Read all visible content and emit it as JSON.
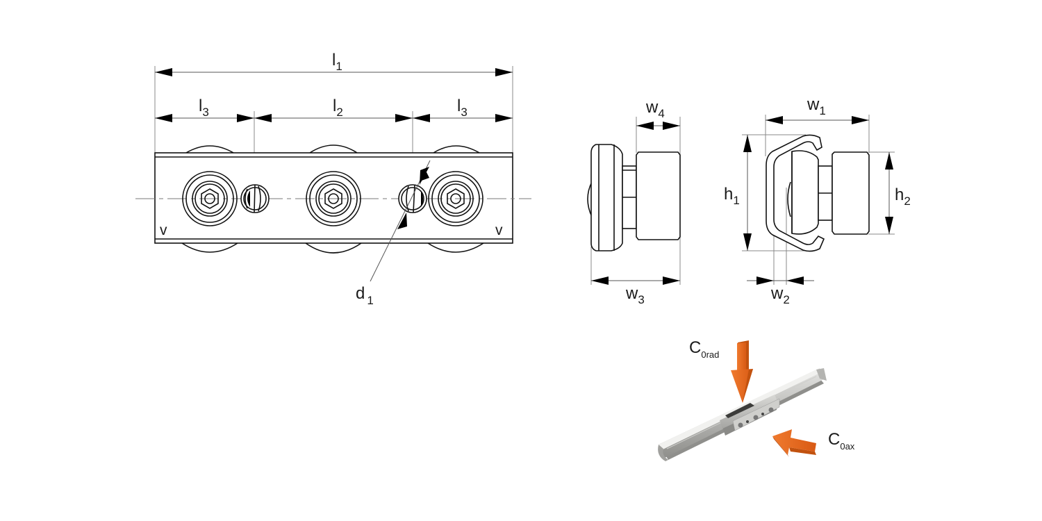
{
  "drawing": {
    "front_view": {
      "dimensions": {
        "overall_length": {
          "symbol": "l",
          "sub": "1"
        },
        "end_pitch_left": {
          "symbol": "l",
          "sub": "3"
        },
        "center_pitch": {
          "symbol": "l",
          "sub": "2"
        },
        "end_pitch_right": {
          "symbol": "l",
          "sub": "3"
        },
        "hole_diameter": {
          "symbol": "d",
          "sub": "1"
        }
      },
      "markers": {
        "left": "v",
        "right": "v"
      }
    },
    "side_view": {
      "dimensions": {
        "roller_width": {
          "symbol": "w",
          "sub": "4"
        },
        "total_width": {
          "symbol": "w",
          "sub": "3"
        }
      }
    },
    "section_view": {
      "dimensions": {
        "overall_width": {
          "symbol": "w",
          "sub": "1"
        },
        "offset_width": {
          "symbol": "w",
          "sub": "2"
        },
        "rail_height": {
          "symbol": "h",
          "sub": "1"
        },
        "slider_height": {
          "symbol": "h",
          "sub": "2"
        }
      }
    },
    "load_illustration": {
      "radial_load": {
        "symbol": "C",
        "sub": "0rad"
      },
      "axial_load": {
        "symbol": "C",
        "sub": "0ax"
      },
      "arrow_color": "#ee6a22"
    }
  }
}
